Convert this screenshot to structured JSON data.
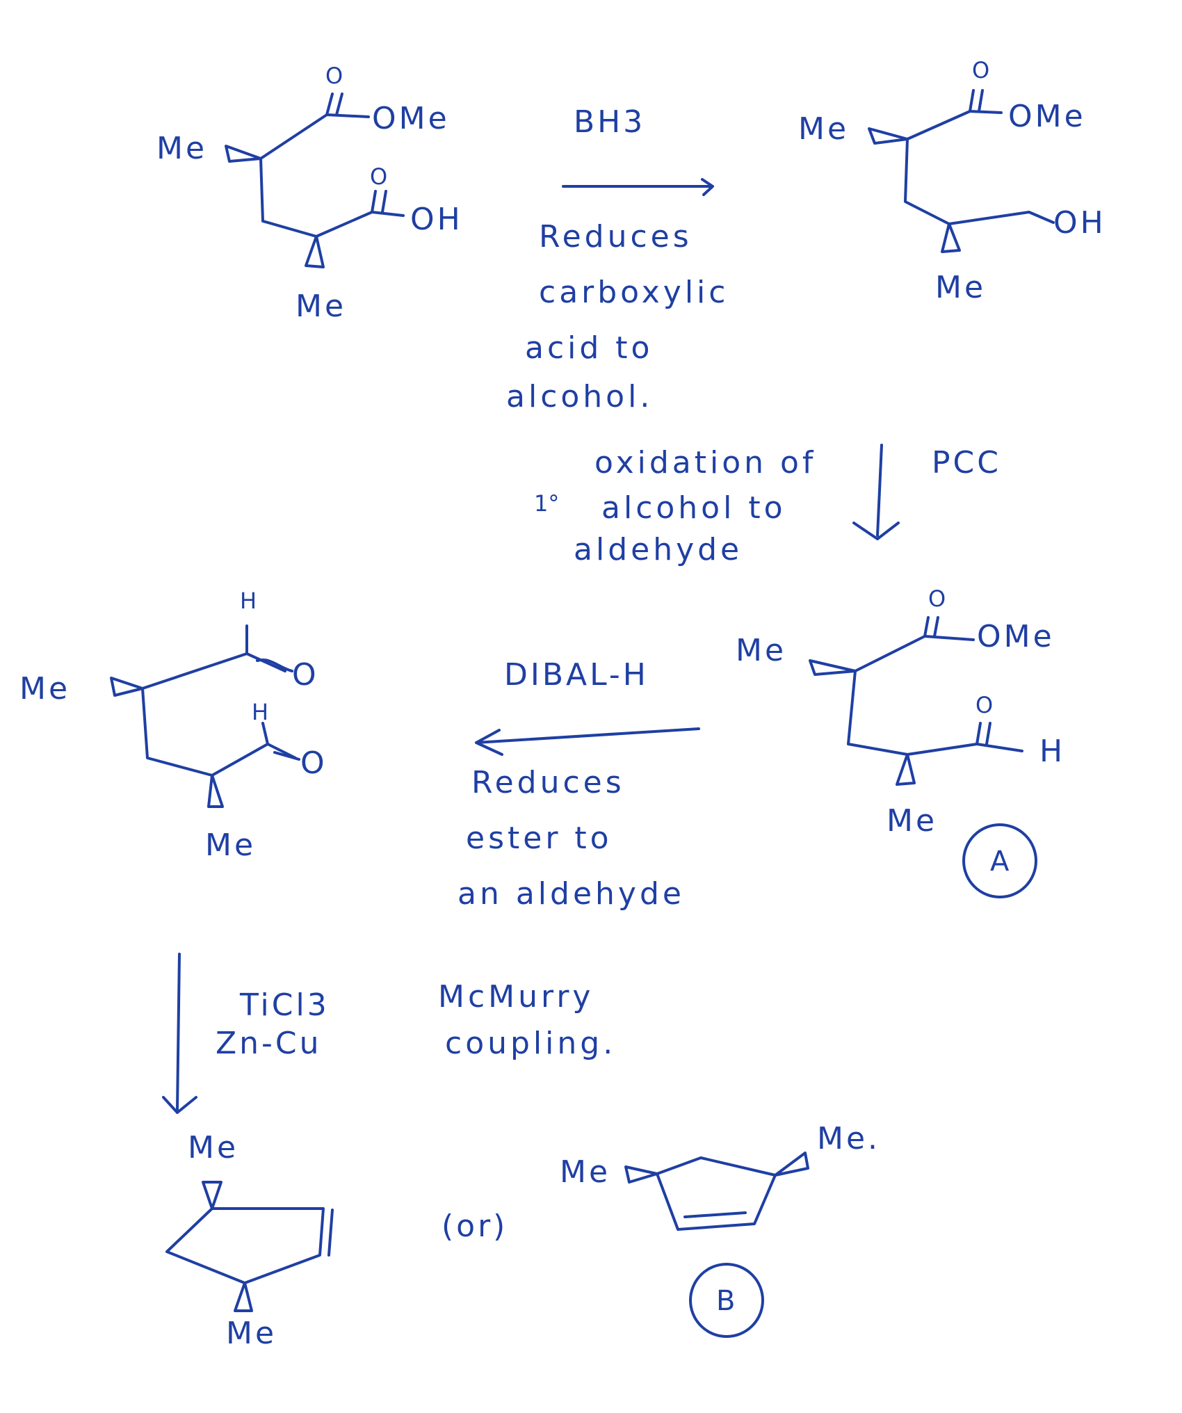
{
  "structures": {
    "start": {
      "left_me": "Me",
      "ester_o": "O",
      "ester_ome": "OMe",
      "acid_o": "O",
      "acid_oh": "OH",
      "bottom_me": "Me"
    },
    "alcohol": {
      "left_me": "Me",
      "ester_o": "O",
      "ester_ome": "OMe",
      "oh": "OH",
      "bottom_me": "Me"
    },
    "compound_a": {
      "left_me": "Me",
      "ester_o": "O",
      "ester_ome": "OMe",
      "ald_o": "O",
      "ald_h": "H",
      "bottom_me": "Me",
      "label": "A"
    },
    "dialdehyde": {
      "left_me": "Me",
      "top_h": "H",
      "top_o": "O",
      "inner_h": "H",
      "inner_o": "O",
      "bottom_me": "Me"
    },
    "ring_product": {
      "top_me": "Me",
      "bottom_me": "Me"
    },
    "compound_b": {
      "left_me": "Me",
      "right_me": "Me.",
      "label": "B"
    }
  },
  "steps": {
    "step1": {
      "reagent": "BH3",
      "note": [
        "Reduces",
        "carboxylic",
        "acid to",
        "alcohol."
      ]
    },
    "step2": {
      "reagent": "PCC",
      "note_degree": "1°",
      "note": [
        "oxidation of",
        "alcohol to",
        "aldehyde"
      ]
    },
    "step3": {
      "reagent": "DIBAL-H",
      "note": [
        "Reduces",
        "ester to",
        "an aldehyde"
      ]
    },
    "step4": {
      "reagent": [
        "TiCl3",
        "Zn-Cu"
      ],
      "note": [
        "McMurry",
        "coupling."
      ]
    }
  },
  "or_label": "(or)"
}
